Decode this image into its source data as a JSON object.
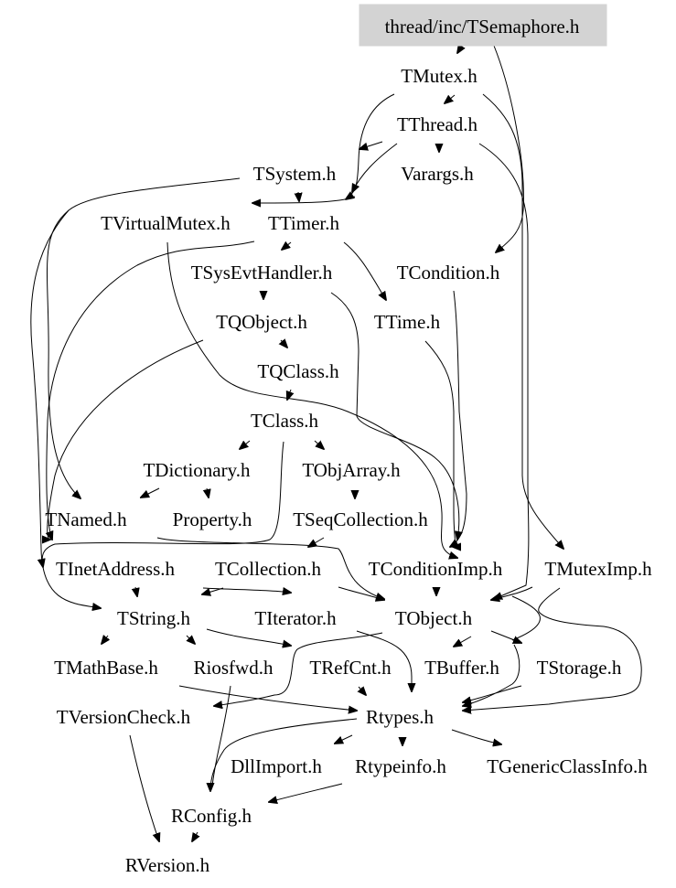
{
  "diagram": {
    "type": "include-dependency-graph",
    "root": "thread/inc/TSemaphore.h",
    "root_fill": "#d3d3d3",
    "nodes": [
      {
        "id": "TSemaphore",
        "label": "thread/inc/TSemaphore.h",
        "root": true
      },
      {
        "id": "TMutex",
        "label": "TMutex.h"
      },
      {
        "id": "TThread",
        "label": "TThread.h"
      },
      {
        "id": "TSystem",
        "label": "TSystem.h"
      },
      {
        "id": "Varargs",
        "label": "Varargs.h"
      },
      {
        "id": "TVirtualMutex",
        "label": "TVirtualMutex.h"
      },
      {
        "id": "TTimer",
        "label": "TTimer.h"
      },
      {
        "id": "TSysEvtHandler",
        "label": "TSysEvtHandler.h"
      },
      {
        "id": "TCondition",
        "label": "TCondition.h"
      },
      {
        "id": "TQObject",
        "label": "TQObject.h"
      },
      {
        "id": "TTime",
        "label": "TTime.h"
      },
      {
        "id": "TQClass",
        "label": "TQClass.h"
      },
      {
        "id": "TClass",
        "label": "TClass.h"
      },
      {
        "id": "TDictionary",
        "label": "TDictionary.h"
      },
      {
        "id": "TObjArray",
        "label": "TObjArray.h"
      },
      {
        "id": "TNamed",
        "label": "TNamed.h"
      },
      {
        "id": "Property",
        "label": "Property.h"
      },
      {
        "id": "TSeqCollection",
        "label": "TSeqCollection.h"
      },
      {
        "id": "TInetAddress",
        "label": "TInetAddress.h"
      },
      {
        "id": "TCollection",
        "label": "TCollection.h"
      },
      {
        "id": "TConditionImp",
        "label": "TConditionImp.h"
      },
      {
        "id": "TMutexImp",
        "label": "TMutexImp.h"
      },
      {
        "id": "TString",
        "label": "TString.h"
      },
      {
        "id": "TIterator",
        "label": "TIterator.h"
      },
      {
        "id": "TObject",
        "label": "TObject.h"
      },
      {
        "id": "TMathBase",
        "label": "TMathBase.h"
      },
      {
        "id": "Riosfwd",
        "label": "Riosfwd.h"
      },
      {
        "id": "TRefCnt",
        "label": "TRefCnt.h"
      },
      {
        "id": "TBuffer",
        "label": "TBuffer.h"
      },
      {
        "id": "TStorage",
        "label": "TStorage.h"
      },
      {
        "id": "TVersionCheck",
        "label": "TVersionCheck.h"
      },
      {
        "id": "Rtypes",
        "label": "Rtypes.h"
      },
      {
        "id": "DllImport",
        "label": "DllImport.h"
      },
      {
        "id": "Rtypeinfo",
        "label": "Rtypeinfo.h"
      },
      {
        "id": "TGenericClassInfo",
        "label": "TGenericClassInfo.h"
      },
      {
        "id": "RConfig",
        "label": "RConfig.h"
      },
      {
        "id": "RVersion",
        "label": "RVersion.h"
      }
    ],
    "edges": [
      [
        "TSemaphore",
        "TMutex"
      ],
      [
        "TSemaphore",
        "TCondition"
      ],
      [
        "TMutex",
        "TThread"
      ],
      [
        "TMutex",
        "TVirtualMutex"
      ],
      [
        "TMutex",
        "TMutexImp"
      ],
      [
        "TThread",
        "TSystem"
      ],
      [
        "TThread",
        "Varargs"
      ],
      [
        "TThread",
        "TTimer"
      ],
      [
        "TThread",
        "TConditionImp"
      ],
      [
        "TSystem",
        "TTimer"
      ],
      [
        "TSystem",
        "TNamed"
      ],
      [
        "TSystem",
        "TInetAddress"
      ],
      [
        "TSystem",
        "TString"
      ],
      [
        "TVirtualMutex",
        "TObject"
      ],
      [
        "TTimer",
        "TSysEvtHandler"
      ],
      [
        "TTimer",
        "TTime"
      ],
      [
        "TTimer",
        "TString"
      ],
      [
        "TSysEvtHandler",
        "TQObject"
      ],
      [
        "TSysEvtHandler",
        "TObject"
      ],
      [
        "TCondition",
        "TConditionImp"
      ],
      [
        "TQObject",
        "TQClass"
      ],
      [
        "TQObject",
        "TString"
      ],
      [
        "TTime",
        "TObject"
      ],
      [
        "TQClass",
        "TClass"
      ],
      [
        "TClass",
        "TDictionary"
      ],
      [
        "TClass",
        "TObjArray"
      ],
      [
        "TClass",
        "TString"
      ],
      [
        "TDictionary",
        "TNamed"
      ],
      [
        "TDictionary",
        "Property"
      ],
      [
        "TObjArray",
        "TSeqCollection"
      ],
      [
        "TNamed",
        "TObject"
      ],
      [
        "TSeqCollection",
        "TCollection"
      ],
      [
        "TInetAddress",
        "TString"
      ],
      [
        "TCollection",
        "TString"
      ],
      [
        "TCollection",
        "TIterator"
      ],
      [
        "TCollection",
        "TObject"
      ],
      [
        "TConditionImp",
        "TObject"
      ],
      [
        "TMutexImp",
        "TObject"
      ],
      [
        "TMutexImp",
        "Rtypes"
      ],
      [
        "TString",
        "TMathBase"
      ],
      [
        "TString",
        "Riosfwd"
      ],
      [
        "TString",
        "TRefCnt"
      ],
      [
        "TIterator",
        "Rtypes"
      ],
      [
        "TObject",
        "TBuffer"
      ],
      [
        "TObject",
        "TStorage"
      ],
      [
        "TObject",
        "TVersionCheck"
      ],
      [
        "TObject",
        "Riosfwd"
      ],
      [
        "TMathBase",
        "Rtypes"
      ],
      [
        "Riosfwd",
        "RConfig"
      ],
      [
        "TRefCnt",
        "Rtypes"
      ],
      [
        "TStorage",
        "Rtypes"
      ],
      [
        "TVersionCheck",
        "RVersion"
      ],
      [
        "Rtypes",
        "DllImport"
      ],
      [
        "Rtypes",
        "Rtypeinfo"
      ],
      [
        "Rtypes",
        "TGenericClassInfo"
      ],
      [
        "Rtypes",
        "RConfig"
      ],
      [
        "Rtypeinfo",
        "RConfig"
      ],
      [
        "RConfig",
        "RVersion"
      ]
    ]
  }
}
